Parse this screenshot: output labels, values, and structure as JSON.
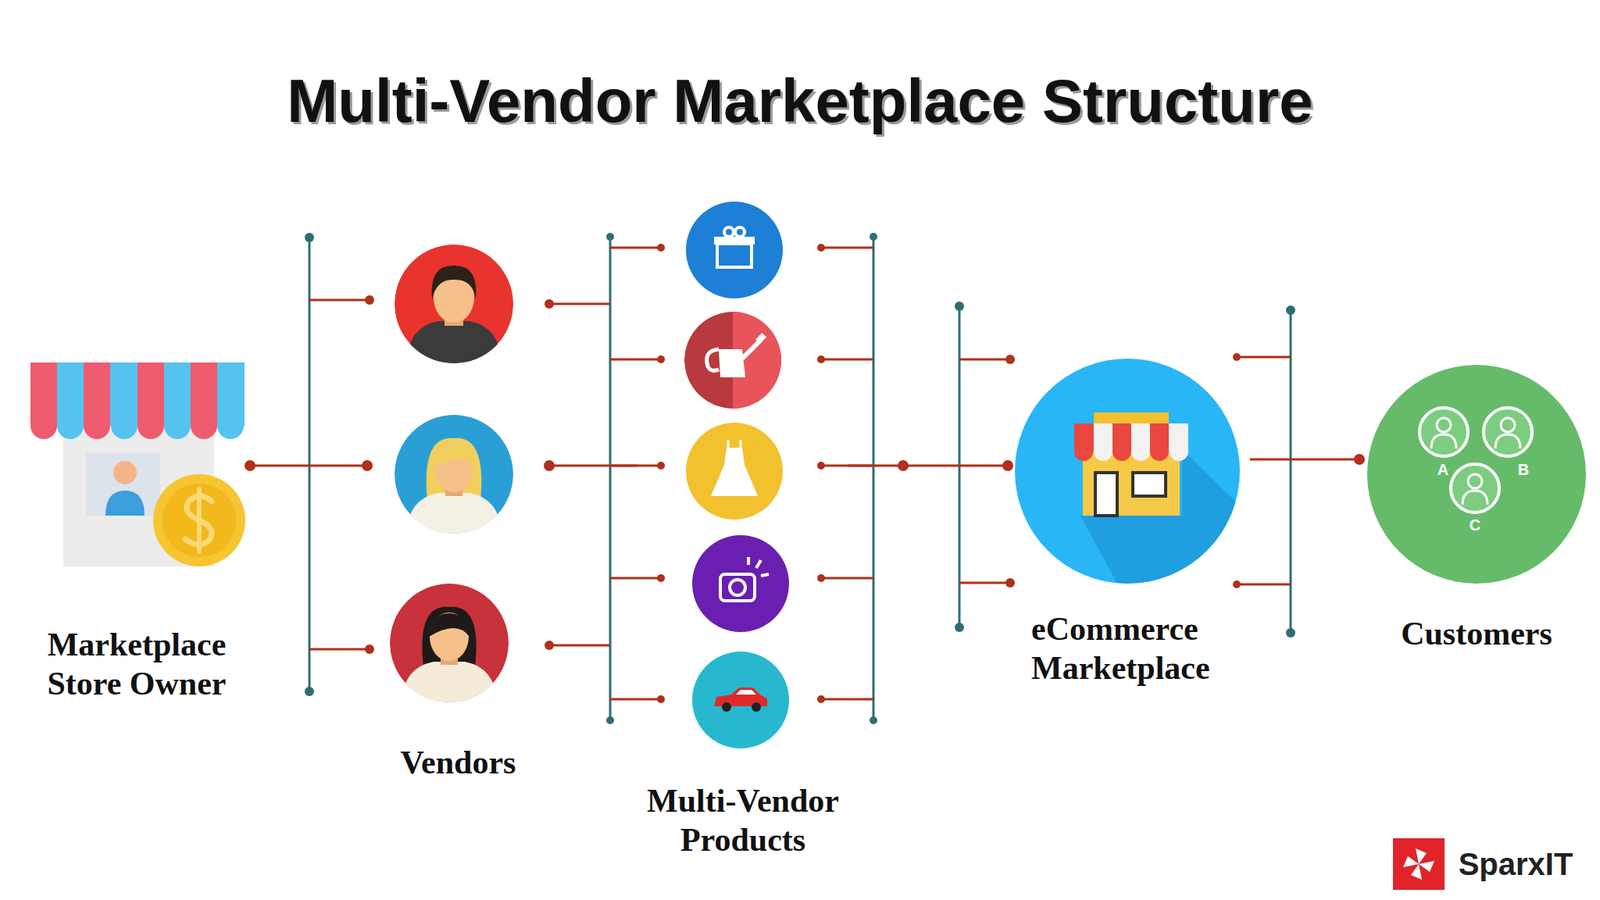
{
  "diagram": {
    "title": "Multi-Vendor Marketplace Structure",
    "nodes": [
      {
        "text": [
          "Marketplace Store Owner"
        ]
      },
      {
        "text": [
          "Vendors"
        ]
      },
      {
        "text": [
          "Multi-Vendor Products"
        ]
      },
      {
        "text": [
          "eCommerce Marketplace"
        ]
      },
      {
        "text": [
          "Customers"
        ]
      }
    ],
    "edges": [
      {
        "from": 0,
        "to": 1,
        "arrow": "none"
      },
      {
        "from": 1,
        "to": 2,
        "arrow": "none"
      },
      {
        "from": 2,
        "to": 3,
        "arrow": "none"
      },
      {
        "from": 3,
        "to": 4,
        "arrow": "none"
      }
    ],
    "labels": [
      "A",
      "B",
      "C",
      "SparxIT"
    ]
  }
}
